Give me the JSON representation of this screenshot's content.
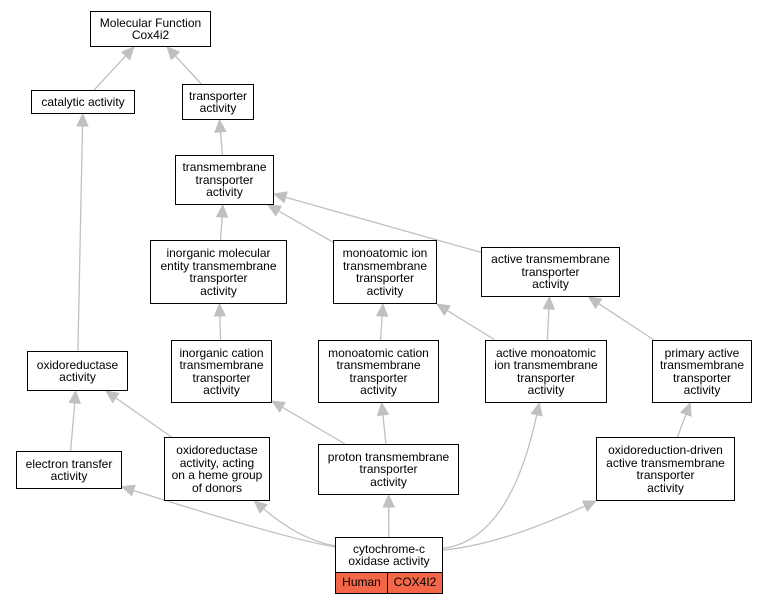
{
  "colors": {
    "edge": "#c0c0c0",
    "node_border": "#000000",
    "badge_fill": "#f36647"
  },
  "nodes": {
    "mf": {
      "lines": [
        "Molecular Function",
        "Cox4i2"
      ]
    },
    "cat": {
      "lines": [
        "catalytic activity"
      ]
    },
    "tra": {
      "lines": [
        "transporter",
        "activity"
      ]
    },
    "tmt": {
      "lines": [
        "transmembrane",
        "transporter",
        "activity"
      ]
    },
    "imol": {
      "lines": [
        "inorganic molecular",
        "entity transmembrane",
        "transporter",
        "activity"
      ]
    },
    "mion": {
      "lines": [
        "monoatomic ion",
        "transmembrane",
        "transporter",
        "activity"
      ]
    },
    "act": {
      "lines": [
        "active transmembrane",
        "transporter",
        "activity"
      ]
    },
    "oxr": {
      "lines": [
        "oxidoreductase",
        "activity"
      ]
    },
    "icat": {
      "lines": [
        "inorganic cation",
        "transmembrane",
        "transporter",
        "activity"
      ]
    },
    "mcat": {
      "lines": [
        "monoatomic cation",
        "transmembrane",
        "transporter",
        "activity"
      ]
    },
    "amon": {
      "lines": [
        "active monoatomic",
        "ion transmembrane",
        "transporter",
        "activity"
      ]
    },
    "pri": {
      "lines": [
        "primary active",
        "transmembrane",
        "transporter",
        "activity"
      ]
    },
    "etr": {
      "lines": [
        "electron transfer",
        "activity"
      ]
    },
    "heme": {
      "lines": [
        "oxidoreductase",
        "activity, acting",
        "on a heme group",
        "of donors"
      ]
    },
    "prot": {
      "lines": [
        "proton transmembrane",
        "transporter",
        "activity"
      ]
    },
    "oxd": {
      "lines": [
        "oxidoreduction-driven",
        "active transmembrane",
        "transporter",
        "activity"
      ]
    },
    "cyt": {
      "lines": [
        "cytochrome-c",
        "oxidase activity"
      ]
    }
  },
  "badges": {
    "species": "Human",
    "gene": "COX4I2"
  },
  "edges": [
    [
      "cat",
      "mf"
    ],
    [
      "tra",
      "mf"
    ],
    [
      "tmt",
      "tra"
    ],
    [
      "imol",
      "tmt"
    ],
    [
      "mion",
      "tmt"
    ],
    [
      "act",
      "tmt"
    ],
    [
      "oxr",
      "cat"
    ],
    [
      "icat",
      "imol"
    ],
    [
      "mcat",
      "mion"
    ],
    [
      "amon",
      "mion"
    ],
    [
      "amon",
      "act"
    ],
    [
      "pri",
      "act"
    ],
    [
      "etr",
      "oxr"
    ],
    [
      "heme",
      "oxr"
    ],
    [
      "prot",
      "icat"
    ],
    [
      "prot",
      "mcat"
    ],
    [
      "oxd",
      "pri"
    ],
    [
      "cyt",
      "etr"
    ],
    [
      "cyt",
      "heme"
    ],
    [
      "cyt",
      "prot"
    ],
    [
      "cyt",
      "amon"
    ],
    [
      "cyt",
      "oxd"
    ]
  ]
}
